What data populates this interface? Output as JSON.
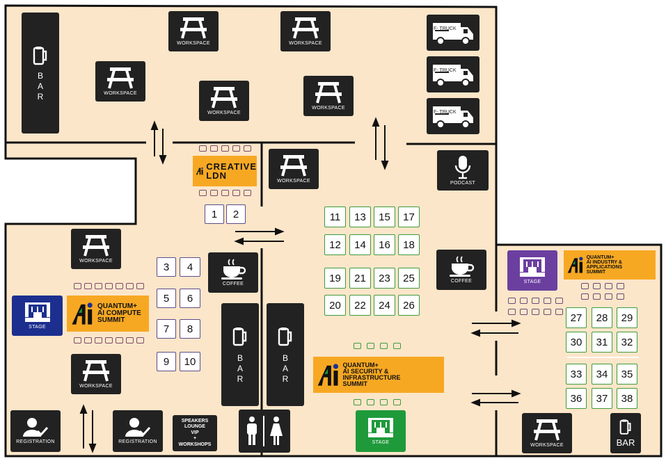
{
  "colors": {
    "floor": "#fce6c9",
    "wall": "#111111",
    "tile": "#222222",
    "banner": "#f7a823",
    "stage_blue": "#1c2f8f",
    "stage_purple": "#6b3fa0",
    "stage_green": "#1f9a3a",
    "booth_green": "#3f9a3a",
    "booth_purple": "#5d4a8a"
  },
  "labels": {
    "workspace": "WORKSPACE",
    "bar": "BAR",
    "f_truck": "F- TRUCK",
    "podcast": "PODCAST",
    "coffee": "COFFEE",
    "stage": "STAGE",
    "registration": "REGISTRATION",
    "speakers": "SPEAKERS\nLOUNGE\nVIP\n+\nWORKSHOPS"
  },
  "banners": {
    "creative": "CREATIVE\nLDN",
    "compute": "QUANTUM+\nAI COMPUTE\nSUMMIT",
    "security": "QUANTUM+\nAI SECURITY & INFRASTRUCTURE\nSUMMIT",
    "industry": "QUANTUM+\nAI INDUSTRY & APPLICATIONS\nSUMMIT"
  },
  "booths_purple": [
    "1",
    "2",
    "3",
    "4",
    "5",
    "6",
    "7",
    "8",
    "9",
    "10"
  ],
  "booths_green": [
    "11",
    "13",
    "15",
    "17",
    "12",
    "14",
    "16",
    "18",
    "19",
    "21",
    "23",
    "25",
    "20",
    "22",
    "24",
    "26",
    "27",
    "28",
    "29",
    "30",
    "31",
    "32",
    "33",
    "34",
    "35",
    "36",
    "37",
    "38"
  ]
}
